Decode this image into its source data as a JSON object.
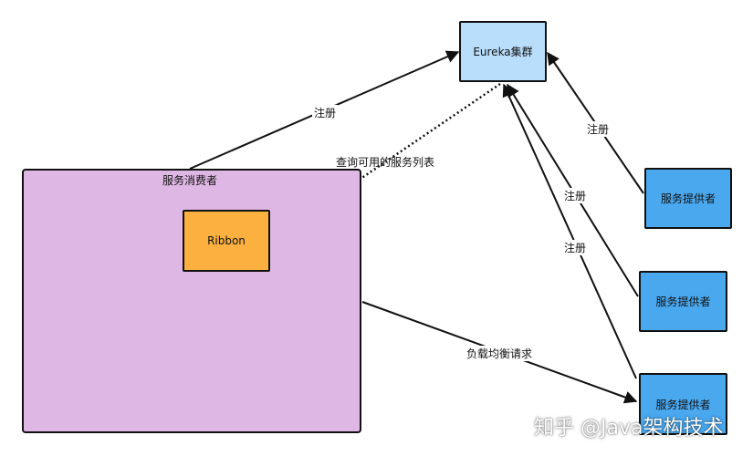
{
  "nodes": {
    "eureka": "Eureka集群",
    "consumer": "服务消费者",
    "ribbon": "Ribbon",
    "provider1": "服务提供者",
    "provider2": "服务提供者",
    "provider3": "服务提供者"
  },
  "edges": {
    "register_consumer": "注册",
    "query_services": "查询可用的服务列表",
    "register_provider1": "注册",
    "register_provider2": "注册",
    "register_provider3": "注册",
    "load_balance": "负载均衡请求"
  },
  "watermark": "知乎 @Java架构技术",
  "colors": {
    "consumer": "#dfb7e4",
    "ribbon": "#fbb040",
    "eureka": "#b9defc",
    "provider": "#4aa8ef"
  }
}
